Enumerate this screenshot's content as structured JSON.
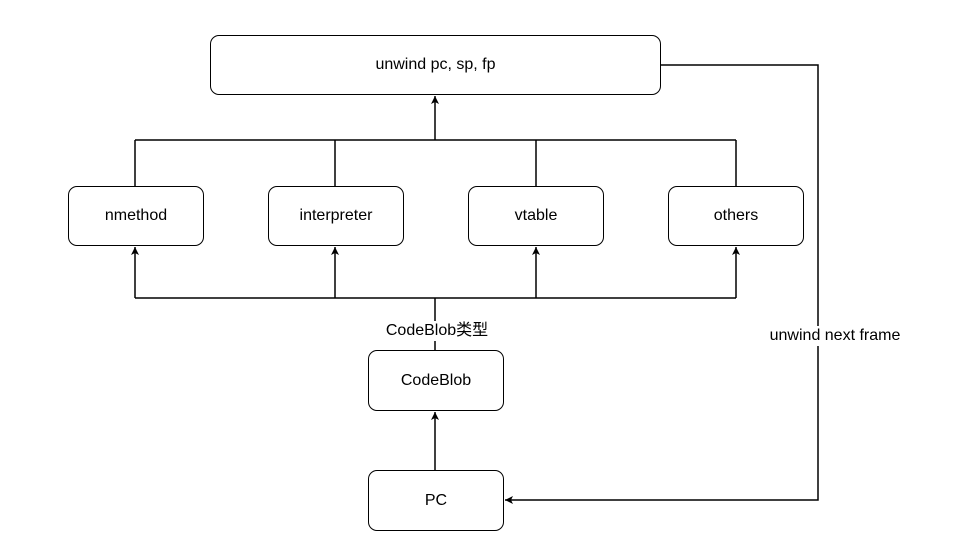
{
  "nodes": {
    "unwind": "unwind pc, sp, fp",
    "nmethod": "nmethod",
    "interpreter": "interpreter",
    "vtable": "vtable",
    "others": "others",
    "codeblob": "CodeBlob",
    "pc": "PC"
  },
  "edge_labels": {
    "codeblob_type": "CodeBlob类型",
    "unwind_next_frame": "unwind next frame"
  },
  "colors": {
    "stroke": "#000000",
    "fill": "#ffffff"
  }
}
